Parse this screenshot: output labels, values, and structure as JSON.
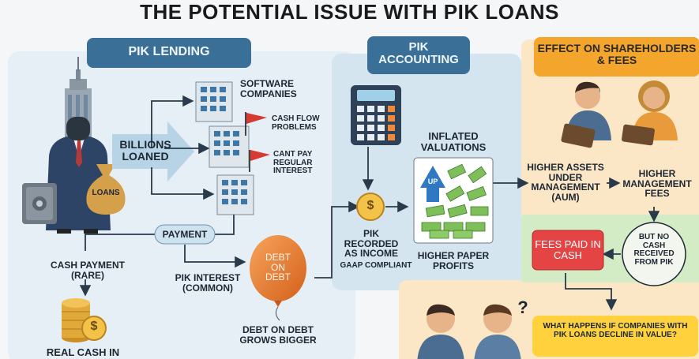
{
  "title": "THE POTENTIAL ISSUE WITH PIK LOANS",
  "sections": {
    "lending": "PIK LENDING",
    "accounting": "PIK ACCOUNTING",
    "effect": "EFFECT ON SHAREHOLDERS & FEES"
  },
  "lending": {
    "billions_loaned": "BILLIONS LOANED",
    "bag_label": "LOANS",
    "software_companies": "SOFTWARE COMPANIES",
    "cash_flow_problems": "CASH FLOW PROBLEMS",
    "cant_pay": "CANT PAY REGULAR INTEREST",
    "payment": "PAYMENT",
    "cash_payment": "CASH PAYMENT (RARE)",
    "pik_interest": "PIK INTEREST (COMMON)",
    "real_cash_in": "REAL CASH IN",
    "balloon_label": "DEBT ON DEBT",
    "debt_grows": "DEBT ON DEBT GROWS BIGGER",
    "coin_symbol": "$"
  },
  "accounting": {
    "pik_recorded": "PIK RECORDED AS INCOME",
    "gaap": "GAAP COMPLIANT",
    "inflated_valuations": "INFLATED VALUATIONS",
    "up_label": "UP",
    "higher_paper_profits": "HIGHER PAPER PROFITS",
    "coin_symbol": "$"
  },
  "effect": {
    "higher_aum": "HIGHER ASSETS UNDER MANAGEMENT (AUM)",
    "higher_fees": "HIGHER MANAGEMENT FEES",
    "fees_paid_in_cash": "FEES PAID IN CASH",
    "no_cash_received": "BUT NO CASH RECEIVED FROM PIK",
    "question_mark": "?",
    "what_happens": "WHAT HAPPENS IF COMPANIES WITH PIK LOANS DECLINE IN VALUE?"
  },
  "colors": {
    "lending_panel": "#e6eff6",
    "accounting_panel": "#d4e5f0",
    "effect_panel": "#fbe6c6",
    "header_blue": "#3a6f97",
    "header_orange": "#f4a52c",
    "balloon": "#ee7a2a",
    "red_box": "#e44444",
    "green_panel": "#d3ecc6"
  }
}
